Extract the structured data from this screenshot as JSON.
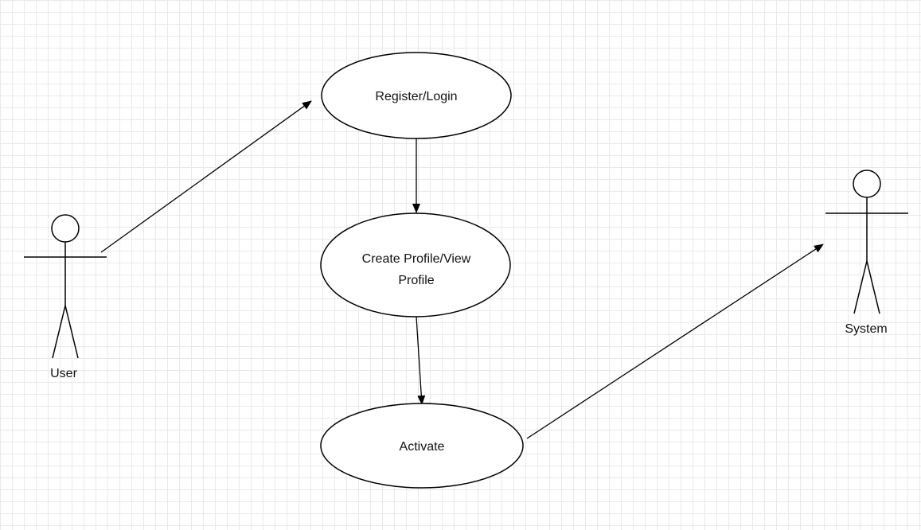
{
  "use_cases": [
    {
      "id": "register",
      "label": "Register/Login"
    },
    {
      "id": "create",
      "label_line1": "Create Profile/View",
      "label_line2": "Profile"
    },
    {
      "id": "activate",
      "label": "Activate"
    }
  ],
  "actors": {
    "user": {
      "label": "User"
    },
    "system": {
      "label": "System"
    }
  },
  "edges": [
    {
      "from": "User",
      "to": "Register/Login",
      "arrow": "filled"
    },
    {
      "from": "Register/Login",
      "to": "Create Profile/View Profile",
      "arrow": "filled"
    },
    {
      "from": "Create Profile/View Profile",
      "to": "Activate",
      "arrow": "filled"
    },
    {
      "from": "Activate",
      "to": "System",
      "arrow": "filled"
    }
  ],
  "colors": {
    "stroke": "#000000",
    "grid": "#e9e9e9",
    "background": "#ffffff"
  }
}
